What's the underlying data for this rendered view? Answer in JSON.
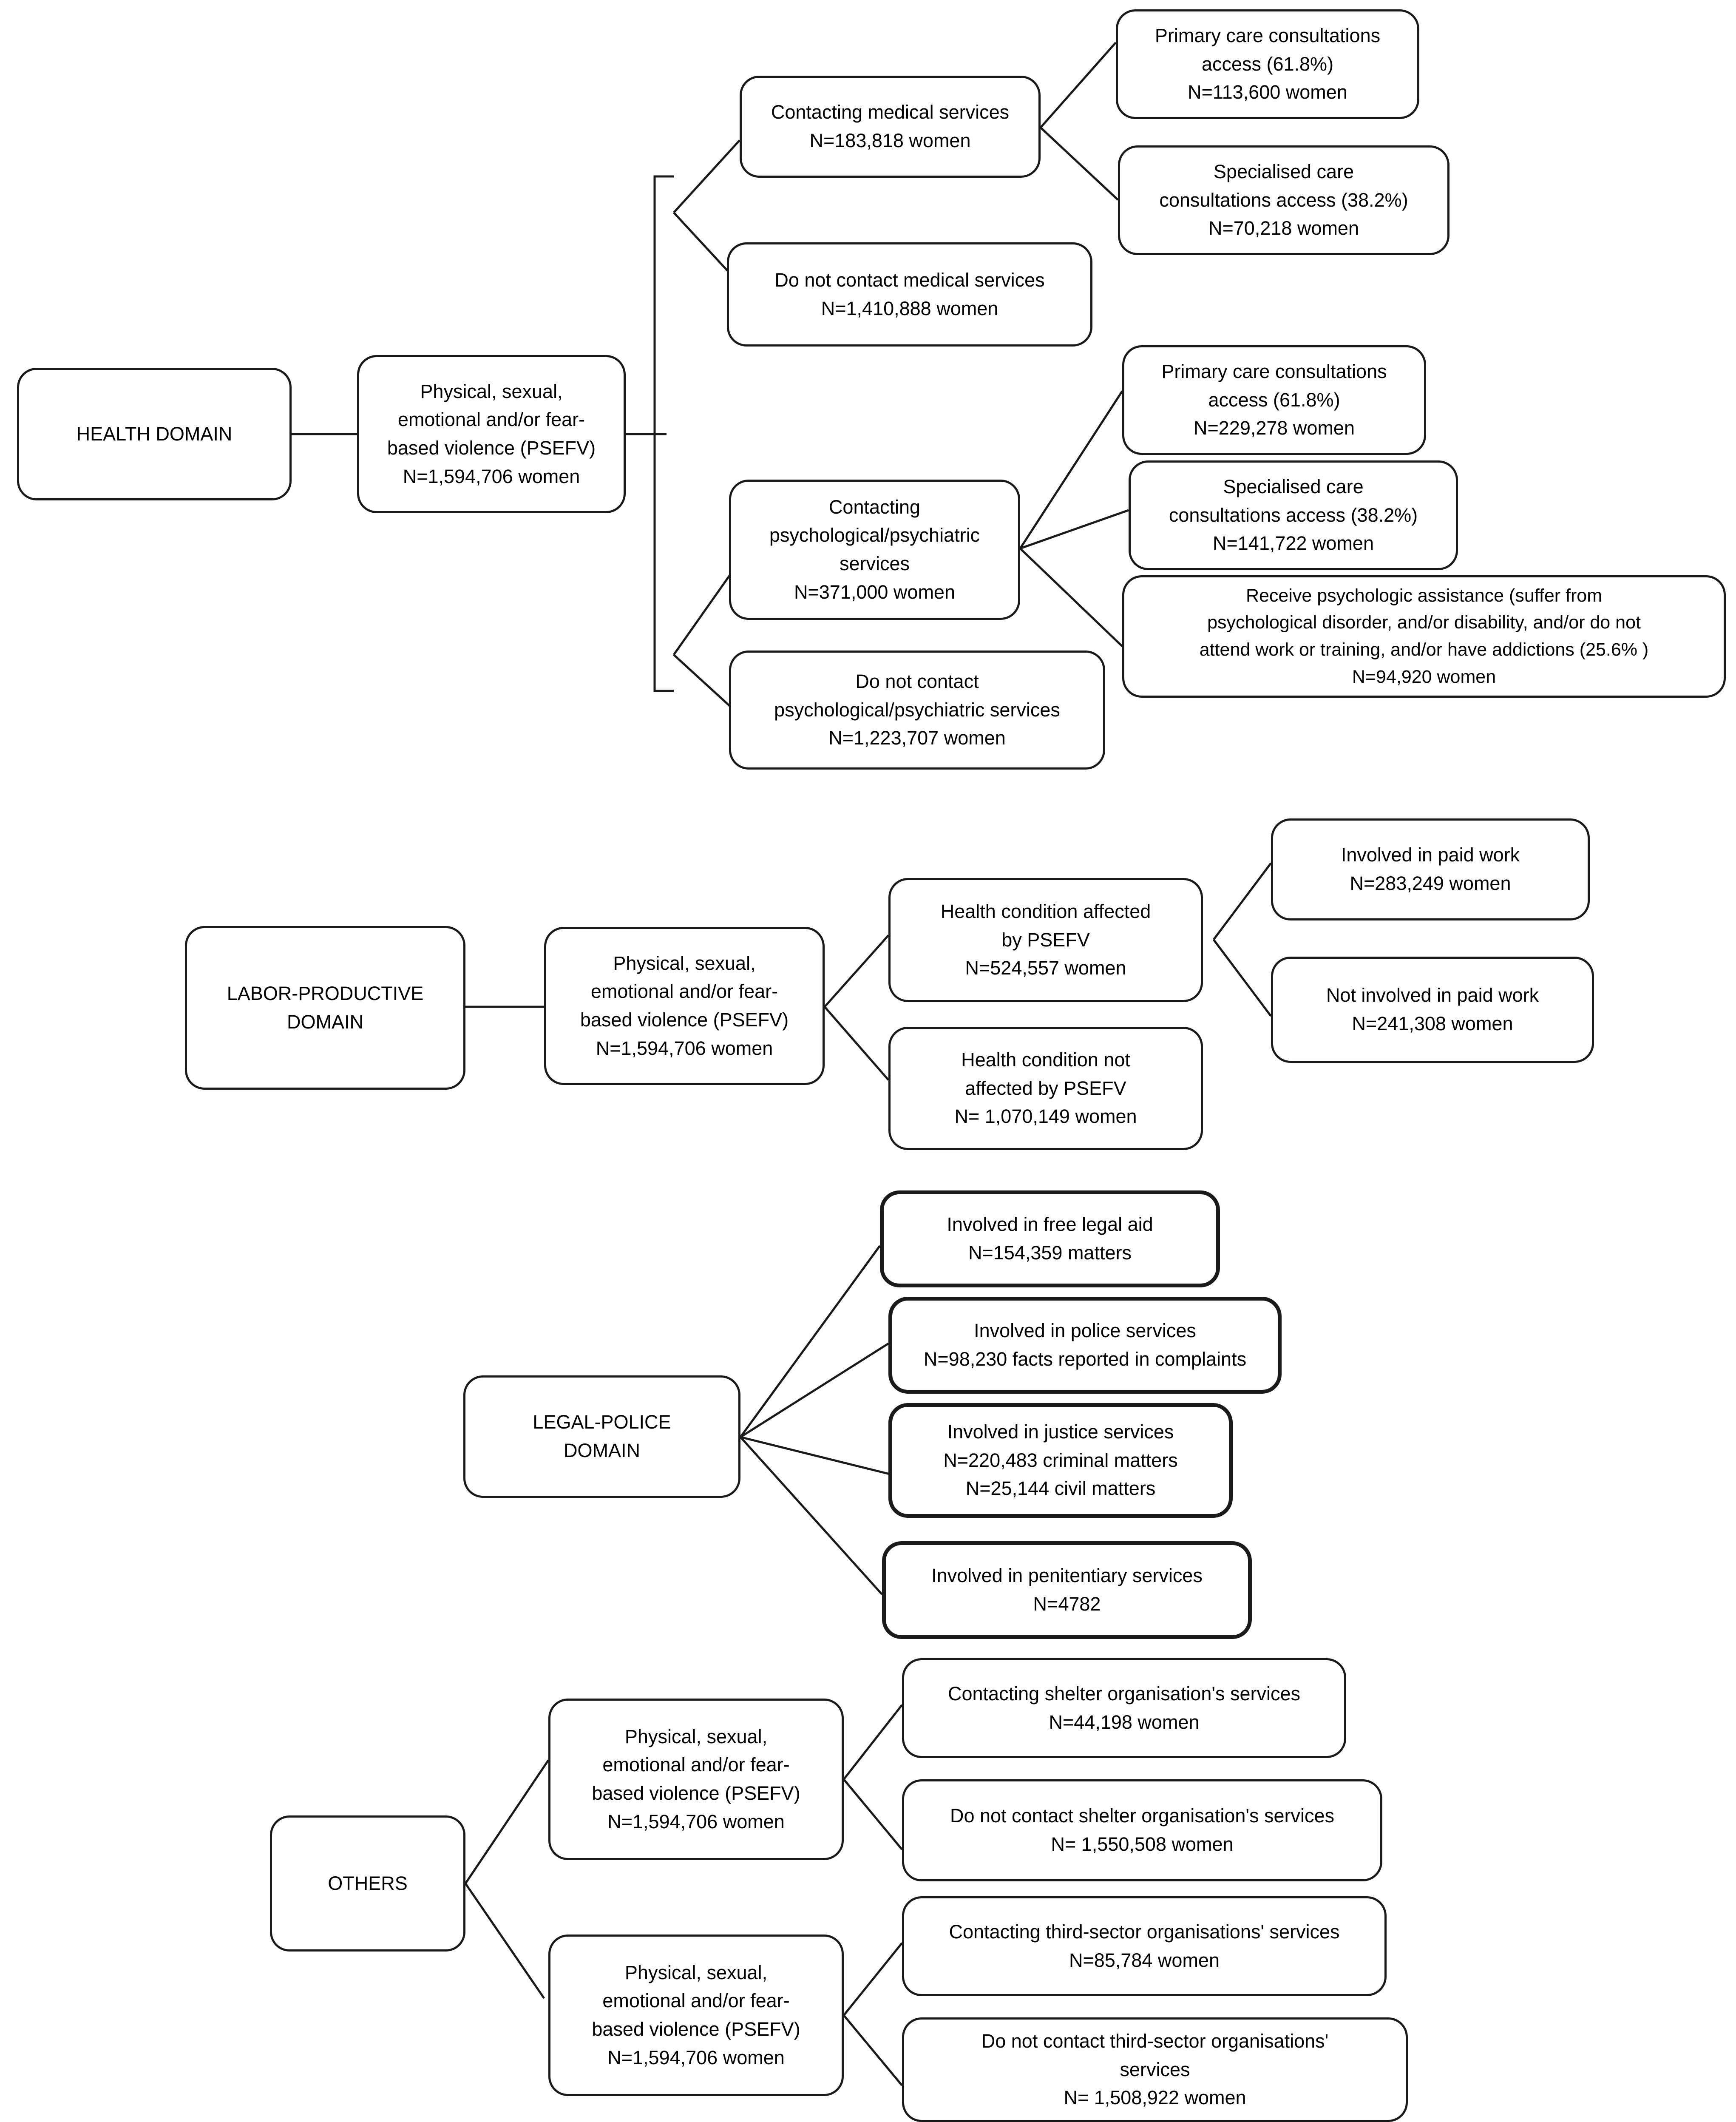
{
  "figure": {
    "type": "flowchart",
    "title": "Women affected by PSEFV across service domains"
  },
  "health_domain": {
    "root": {
      "label": "HEALTH DOMAIN"
    },
    "psefv": {
      "label": "Physical, sexual,\nemotional and/or fear-\nbased violence (PSEFV)\nN=1,594,706 women"
    },
    "branches": [
      {
        "label": "Contacting medical services\nN=183,818 women",
        "children": [
          {
            "label": "Primary care consultations\naccess (61.8%)\nN=113,600 women"
          },
          {
            "label": "Specialised care\nconsultations access (38.2%)\nN=70,218 women"
          }
        ]
      },
      {
        "label": "Do not contact medical services\nN=1,410,888 women",
        "children": []
      },
      {
        "label": "Contacting\npsychological/psychiatric\nservices\nN=371,000 women",
        "children": [
          {
            "label": "Primary care consultations\naccess (61.8%)\nN=229,278 women"
          },
          {
            "label": "Specialised care\nconsultations access  (38.2%)\nN=141,722 women"
          },
          {
            "label": "Receive psychologic assistance (suffer from\npsychological disorder, and/or disability, and/or do not\nattend work or training, and/or have addictions  (25.6% )\nN=94,920 women"
          }
        ]
      },
      {
        "label": "Do not contact\npsychological/psychiatric services\nN=1,223,707 women",
        "children": []
      }
    ]
  },
  "labor_domain": {
    "root": {
      "label": "LABOR-PRODUCTIVE\nDOMAIN"
    },
    "psefv": {
      "label": "Physical, sexual,\nemotional and/or fear-\nbased violence (PSEFV)\nN=1,594,706 women"
    },
    "branches": [
      {
        "label": "Health condition affected\nby PSEFV\nN=524,557 women",
        "children": [
          {
            "label": "Involved in paid work\nN=283,249 women"
          },
          {
            "label": "Not involved in paid work\nN=241,308 women"
          }
        ]
      },
      {
        "label": "Health condition not\naffected by PSEFV\nN= 1,070,149 women",
        "children": []
      }
    ]
  },
  "legal_domain": {
    "root": {
      "label": "LEGAL-POLICE\nDOMAIN"
    },
    "branches": [
      {
        "label": "Involved in free legal aid\nN=154,359 matters"
      },
      {
        "label": "Involved in police services\nN=98,230 facts reported in complaints"
      },
      {
        "label": "Involved in justice services\nN=220,483 criminal matters\nN=25,144 civil matters"
      },
      {
        "label": "Involved in penitentiary services\nN=4782"
      }
    ]
  },
  "others_domain": {
    "root": {
      "label": "OTHERS"
    },
    "groups": [
      {
        "psefv": {
          "label": "Physical, sexual,\nemotional and/or fear-\nbased violence (PSEFV)\nN=1,594,706 women"
        },
        "children": [
          {
            "label": "Contacting shelter organisation's services\nN=44,198 women"
          },
          {
            "label": "Do not contact shelter organisation's services\nN= 1,550,508 women"
          }
        ]
      },
      {
        "psefv": {
          "label": "Physical, sexual,\nemotional and/or fear-\nbased violence (PSEFV)\nN=1,594,706 women"
        },
        "children": [
          {
            "label": "Contacting third-sector organisations' services\nN=85,784 women"
          },
          {
            "label": "Do not contact third-sector organisations'\nservices\nN= 1,508,922 women"
          }
        ]
      }
    ]
  },
  "colors": {
    "stroke": "#1a1a1a",
    "background": "#ffffff",
    "text": "#000000"
  }
}
